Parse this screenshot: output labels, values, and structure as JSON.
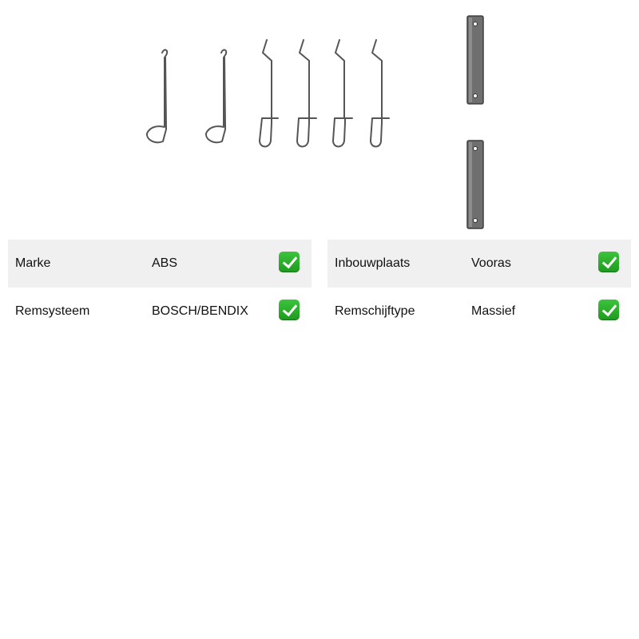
{
  "specs_left": [
    {
      "label": "Marke",
      "value": "ABS"
    },
    {
      "label": "Remsysteem",
      "value": "BOSCH/BENDIX"
    }
  ],
  "specs_right": [
    {
      "label": "Inbouwplaats",
      "value": "Vooras"
    },
    {
      "label": "Remschijftype",
      "value": "Massief"
    }
  ],
  "icons": {
    "check": "check-mark-icon"
  },
  "colors": {
    "row_shade": "#f0f0f0",
    "check_green": "#2db42d",
    "text": "#111111"
  }
}
